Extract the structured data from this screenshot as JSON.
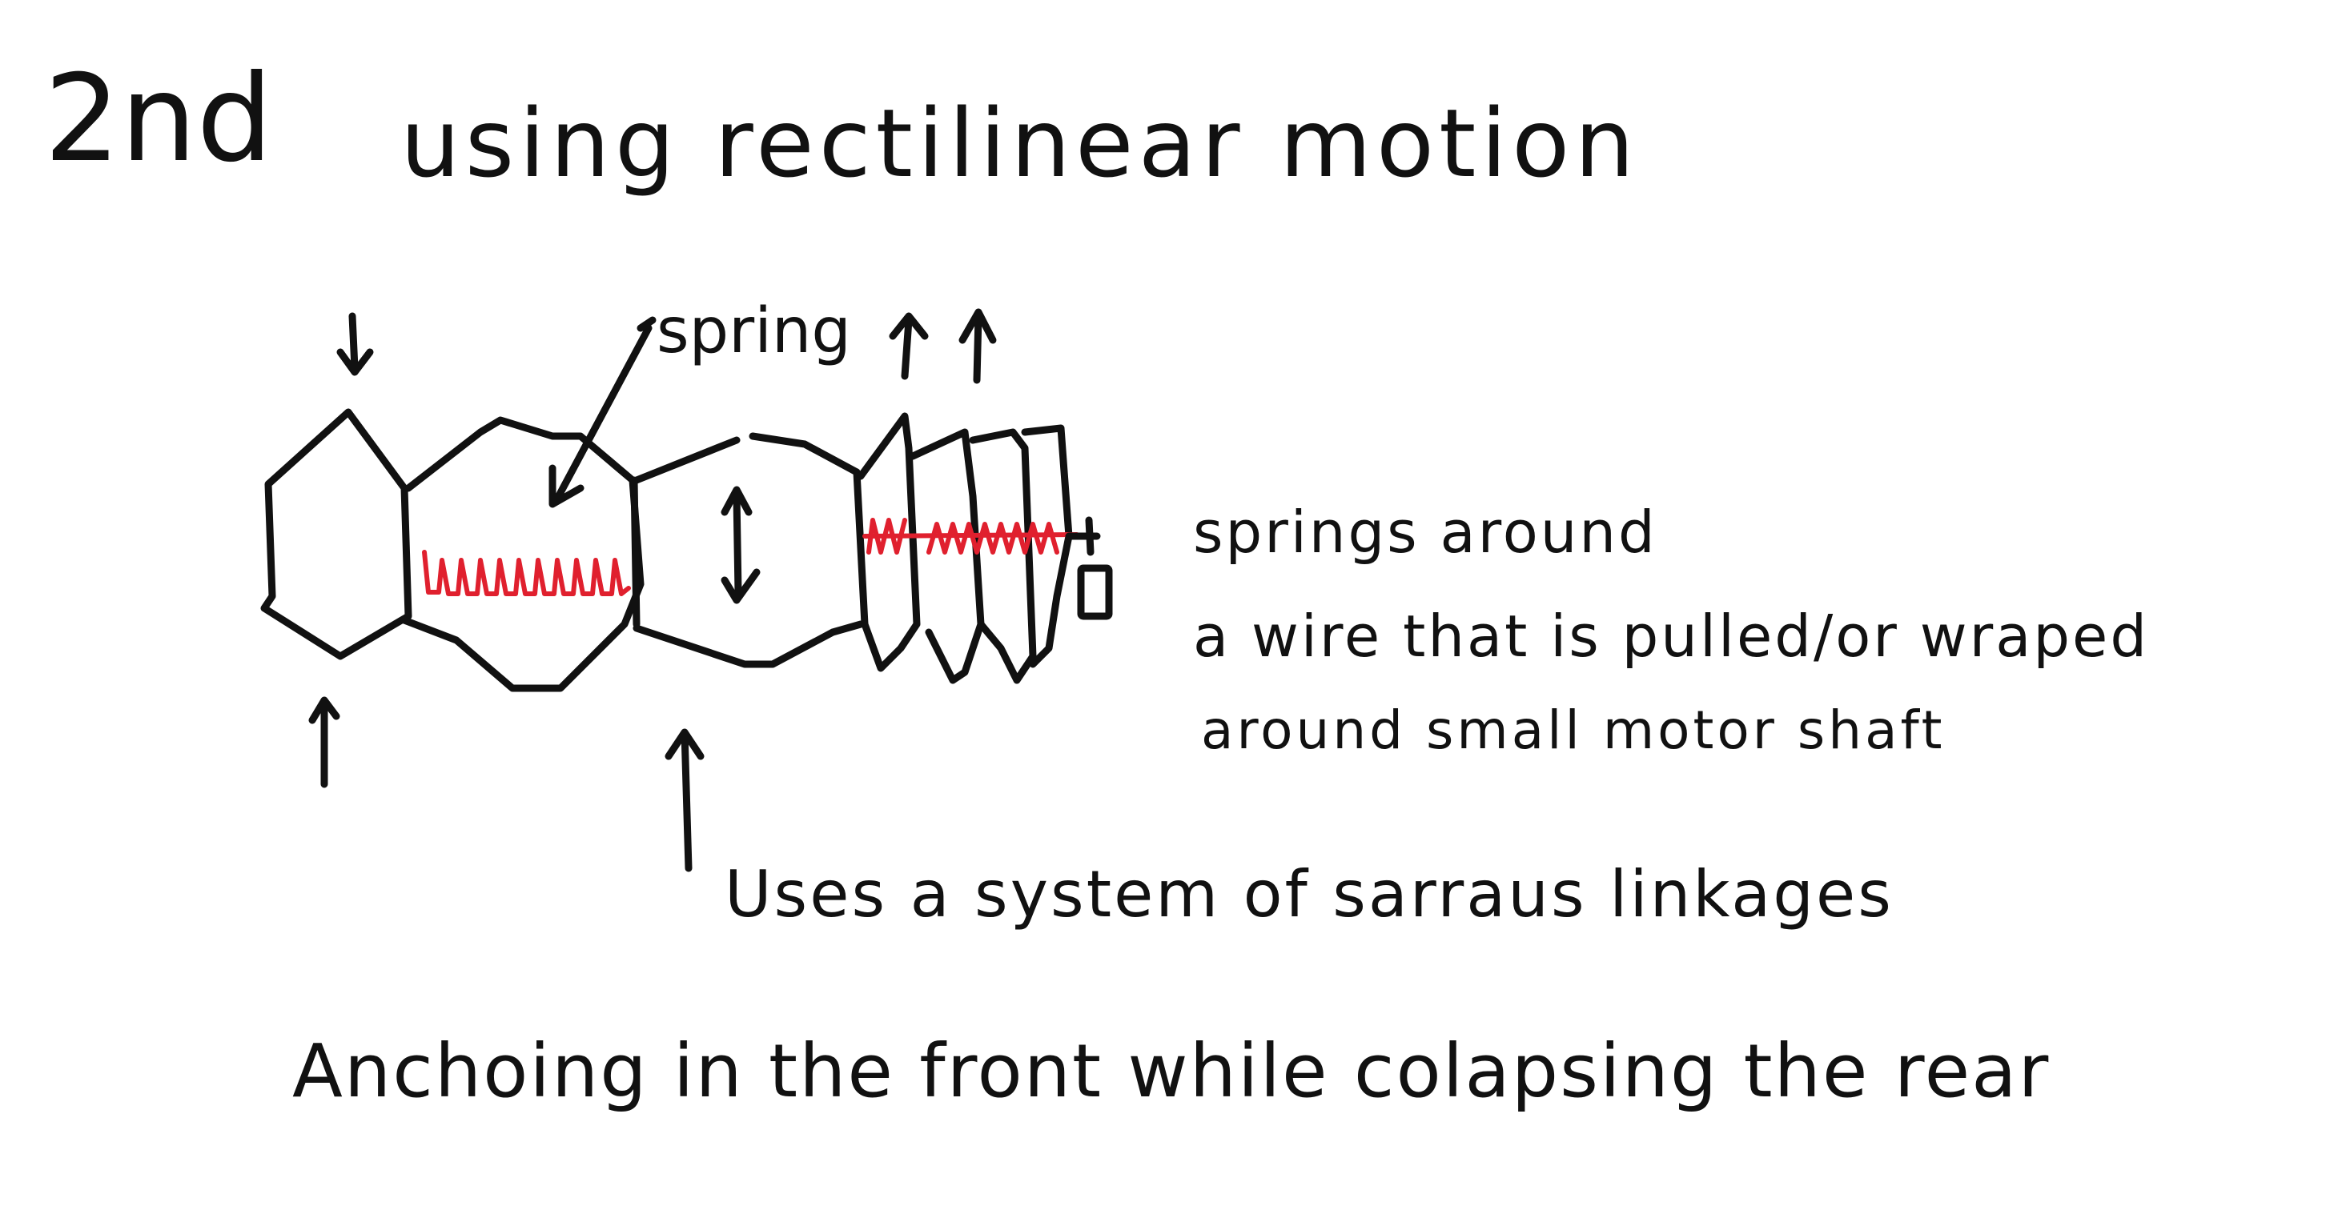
{
  "title": "2nd",
  "subtitle": "using rectilinear motion",
  "labels": {
    "spring": "spring",
    "springs_note_line1": "springs around",
    "springs_note_line2": "a wire that is pulled/or wraped",
    "springs_note_line3": "around small motor shaft",
    "linkages_note": "Uses a system of sarraus linkages",
    "bottom_note": "Anchoing in the front while colapsing the rear"
  },
  "colors": {
    "ink": "#111111",
    "spring": "#e0202e",
    "background": "#ffffff"
  }
}
